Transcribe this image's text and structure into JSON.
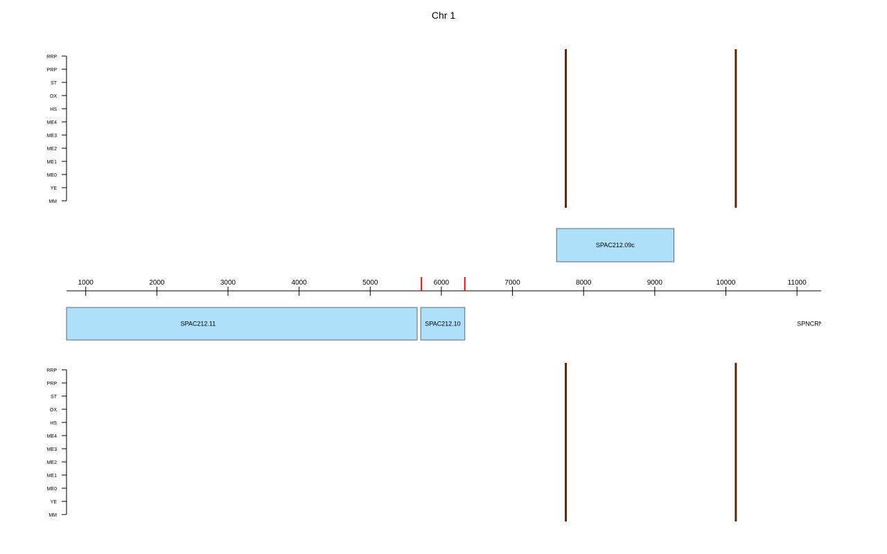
{
  "title": "Chr 1",
  "colors": {
    "background": "#ffffff",
    "axis": "#000000",
    "gene_fill": "#aee0fa",
    "gene_stroke": "#5a6a74",
    "marker": "#5a2a10",
    "boundary": "#dd1111"
  },
  "genome_axis": {
    "unit": "bp",
    "range": [
      730,
      11340
    ],
    "ticks": [
      1000,
      2000,
      3000,
      4000,
      5000,
      6000,
      7000,
      8000,
      9000,
      10000,
      11000
    ]
  },
  "tracks": {
    "labels": [
      "RRP",
      "PRP",
      "ST",
      "OX",
      "HS",
      "ME4",
      "ME3",
      "ME2",
      "ME1",
      "ME0",
      "YE",
      "MM"
    ]
  },
  "upper_panel": {
    "markers": [
      7750,
      10140
    ]
  },
  "lower_panel": {
    "markers": [
      7750,
      10140
    ]
  },
  "genes_forward": [
    {
      "name": "SPAC212.09c",
      "start": 7620,
      "end": 9270
    }
  ],
  "genes_reverse": [
    {
      "name": "SPAC212.11",
      "start": 730,
      "end": 5660,
      "label_pos": 2580
    },
    {
      "name": "SPAC212.10",
      "start": 5710,
      "end": 6330
    },
    {
      "name": "SPNCRN",
      "start": 11000,
      "end": 11340
    }
  ],
  "boundaries": [
    5720,
    6330
  ]
}
